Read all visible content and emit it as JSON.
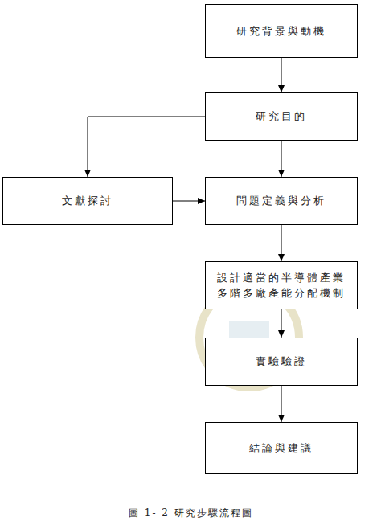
{
  "diagram": {
    "caption": "圖 1- 2 研究步驟流程圖",
    "nodes": [
      {
        "text": [
          "研究背景與動機"
        ]
      },
      {
        "text": [
          "研究目的"
        ]
      },
      {
        "text": [
          "文獻探討"
        ]
      },
      {
        "text": [
          "問題定義與分析"
        ]
      },
      {
        "text": [
          "設計適當的半導體產業多階多廠產能分配機制"
        ]
      },
      {
        "text": [
          "實驗驗證"
        ]
      },
      {
        "text": [
          "結論與建議"
        ]
      }
    ],
    "edges": [
      {
        "from": 0,
        "to": 1,
        "arrow": "to"
      },
      {
        "from": 1,
        "to": 2,
        "arrow": "to"
      },
      {
        "from": 1,
        "to": 3,
        "arrow": "to"
      },
      {
        "from": 2,
        "to": 3,
        "arrow": "to"
      },
      {
        "from": 3,
        "to": 4,
        "arrow": "to"
      },
      {
        "from": 4,
        "to": 5,
        "arrow": "to"
      },
      {
        "from": 5,
        "to": 6,
        "arrow": "to"
      }
    ]
  }
}
